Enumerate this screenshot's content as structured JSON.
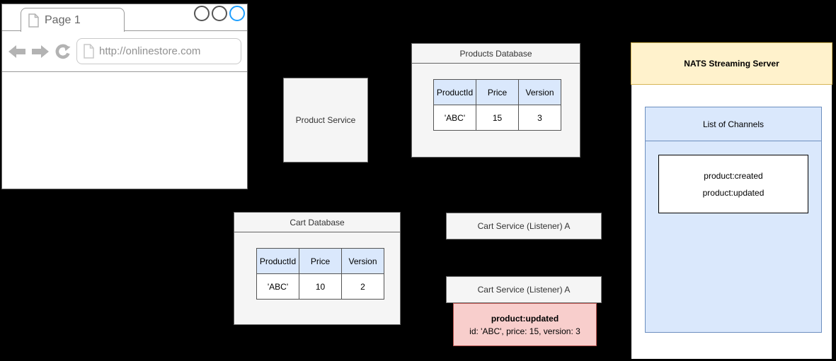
{
  "browser": {
    "tab_label": "Page 1",
    "url": "http://onlinestore.com"
  },
  "product_service": {
    "label": "Product Service"
  },
  "products_database": {
    "title": "Products Database",
    "columns": [
      "ProductId",
      "Price",
      "Version"
    ],
    "row": {
      "product_id": "'ABC'",
      "price": "15",
      "version": "3"
    }
  },
  "cart_database": {
    "title": "Cart Database",
    "columns": [
      "ProductId",
      "Price",
      "Version"
    ],
    "row": {
      "product_id": "'ABC'",
      "price": "10",
      "version": "2"
    }
  },
  "cart_services": {
    "top_label": "Cart Service (Listener) A",
    "bottom_label": "Cart Service (Listener) A"
  },
  "event_message": {
    "title": "product:updated",
    "details": "id: 'ABC', price: 15, version: 3"
  },
  "nats": {
    "title": "NATS Streaming Server",
    "channels_panel_title": "List of Channels",
    "channels": [
      "product:created",
      "product:updated"
    ]
  },
  "colors": {
    "canvas_bg": "#000000",
    "box_fill": "#f5f5f5",
    "box_border": "#666666",
    "blue_fill": "#dae8fc",
    "blue_border": "#6c8ebf",
    "yellow_fill": "#fff2cc",
    "yellow_border": "#d6b656",
    "pink_fill": "#f8cecc",
    "pink_border": "#b85450",
    "red_value_text": "#fa3d3d",
    "active_window_control": "#1e9fff",
    "browser_icon_gray": "#b3b3b3"
  }
}
